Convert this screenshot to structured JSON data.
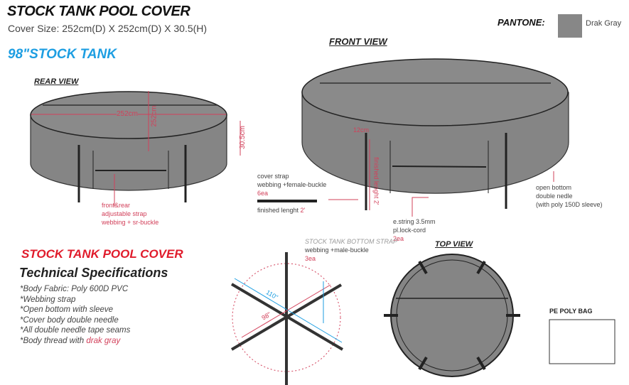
{
  "header": {
    "title": "STOCK TANK  POOL COVER",
    "cover_size": "Cover Size: 252cm(D) X 252cm(D) X 30.5(H)",
    "tank_label": "98\"STOCK TANK"
  },
  "pantone": {
    "label": "PANTONE:",
    "color_name": "Drak Gray",
    "swatch_color": "#878787"
  },
  "rear_view": {
    "label": "REAR VIEW",
    "diameter_h": "252cm",
    "diameter_v": "252cm",
    "height": "30.5cm",
    "strap_note": "front&rear\nadjustable strap\nwebbing + sr-buckle"
  },
  "front_view": {
    "label": "FRONT VIEW",
    "strap_width": "12cm",
    "finished_length_dim": "finished lenght 2'",
    "cover_strap": {
      "line1": "cover strap",
      "line2": "webbing +female-buckle",
      "qty": "6ea",
      "finished_prefix": "finished lenght ",
      "finished_value": "2'"
    },
    "estring": {
      "line1": "e.string 3.5mm",
      "line2": "pl.lock-cord",
      "qty": "2ea"
    },
    "open_bottom": "open bottom\ndouble nedle\n(with poly 150D sleeve)"
  },
  "bottom_strap": {
    "title": "STOCK TANK  BOTTOM STRAP",
    "line2": "webbing +male-buckle",
    "qty": "3ea",
    "dim_blue": "110\"",
    "dim_red": "98\""
  },
  "top_view": {
    "label": "TOP VIEW"
  },
  "bag": {
    "label": "PE POLY BAG"
  },
  "specs": {
    "title": "STOCK TANK POOL COVER",
    "subtitle": "Technical Specifications",
    "items": [
      "*Body Fabric: Poly 600D PVC",
      "*Webbing strap",
      "*Open bottom with sleeve",
      "*Cover body double needle",
      "*All double needle tape seams"
    ],
    "last_prefix": "*Body thread with ",
    "last_highlight": "drak gray"
  },
  "colors": {
    "cover": "#858585",
    "accent_red": "#d2405a",
    "accent_blue": "#1d9ee2",
    "title_red": "#e01b2b"
  }
}
